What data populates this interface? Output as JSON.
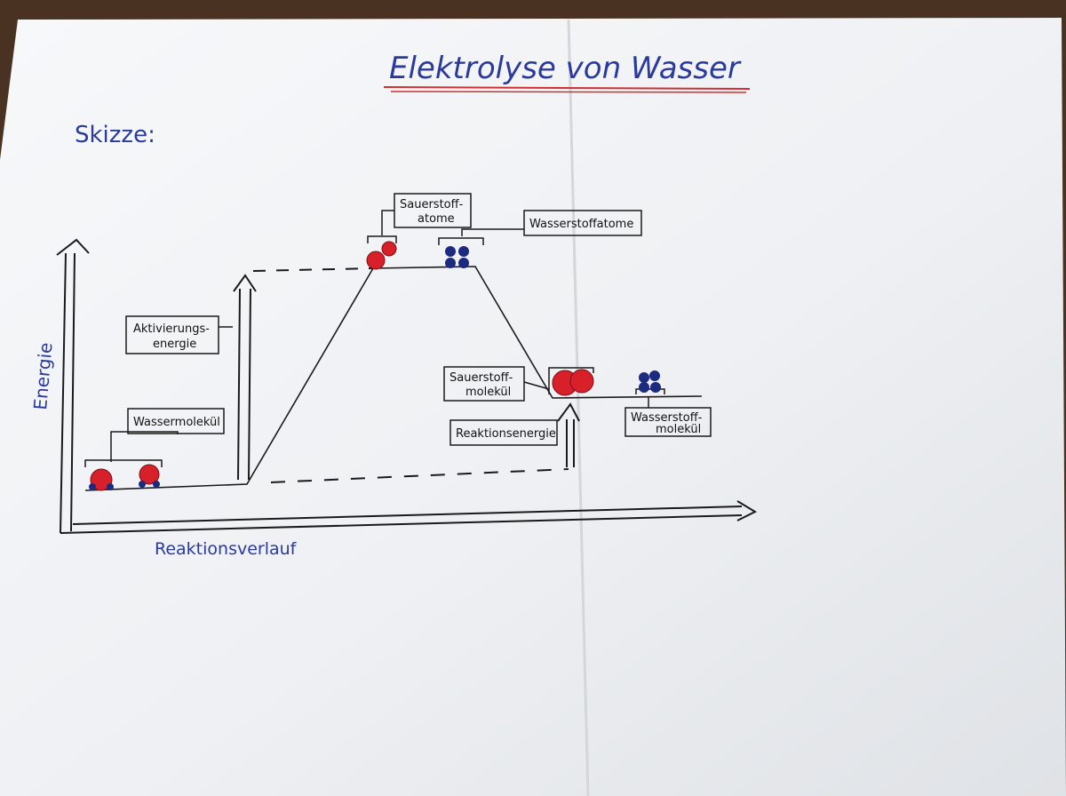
{
  "title": "Elektrolyse von Wasser",
  "subtitle": "Skizze:",
  "axes": {
    "y_label": "Energie",
    "x_label": "Reaktionsverlauf"
  },
  "labels": {
    "wassermolekuel": "Wassermolekül",
    "aktivierungsenergie_line1": "Aktivierungs-",
    "aktivierungsenergie_line2": "energie",
    "sauerstoffatome_line1": "Sauerstoff-",
    "sauerstoffatome_line2": "atome",
    "wasserstoffatome": "Wasserstoffatome",
    "sauerstoffmolekuel_line1": "Sauerstoff-",
    "sauerstoffmolekuel_line2": "molekül",
    "reaktionsenergie": "Reaktionsenergie",
    "wasserstoffmolekuel_line1": "Wasserstoff-",
    "wasserstoffmolekuel_line2": "molekül"
  },
  "colors": {
    "paper": "#f4f5f7",
    "ink": "#1a1a1a",
    "title_ink": "#2a3a9a",
    "underline": "#d03030",
    "oxygen": "#d8202a",
    "hydrogen": "#1c2a80",
    "background": "#4a3222"
  }
}
